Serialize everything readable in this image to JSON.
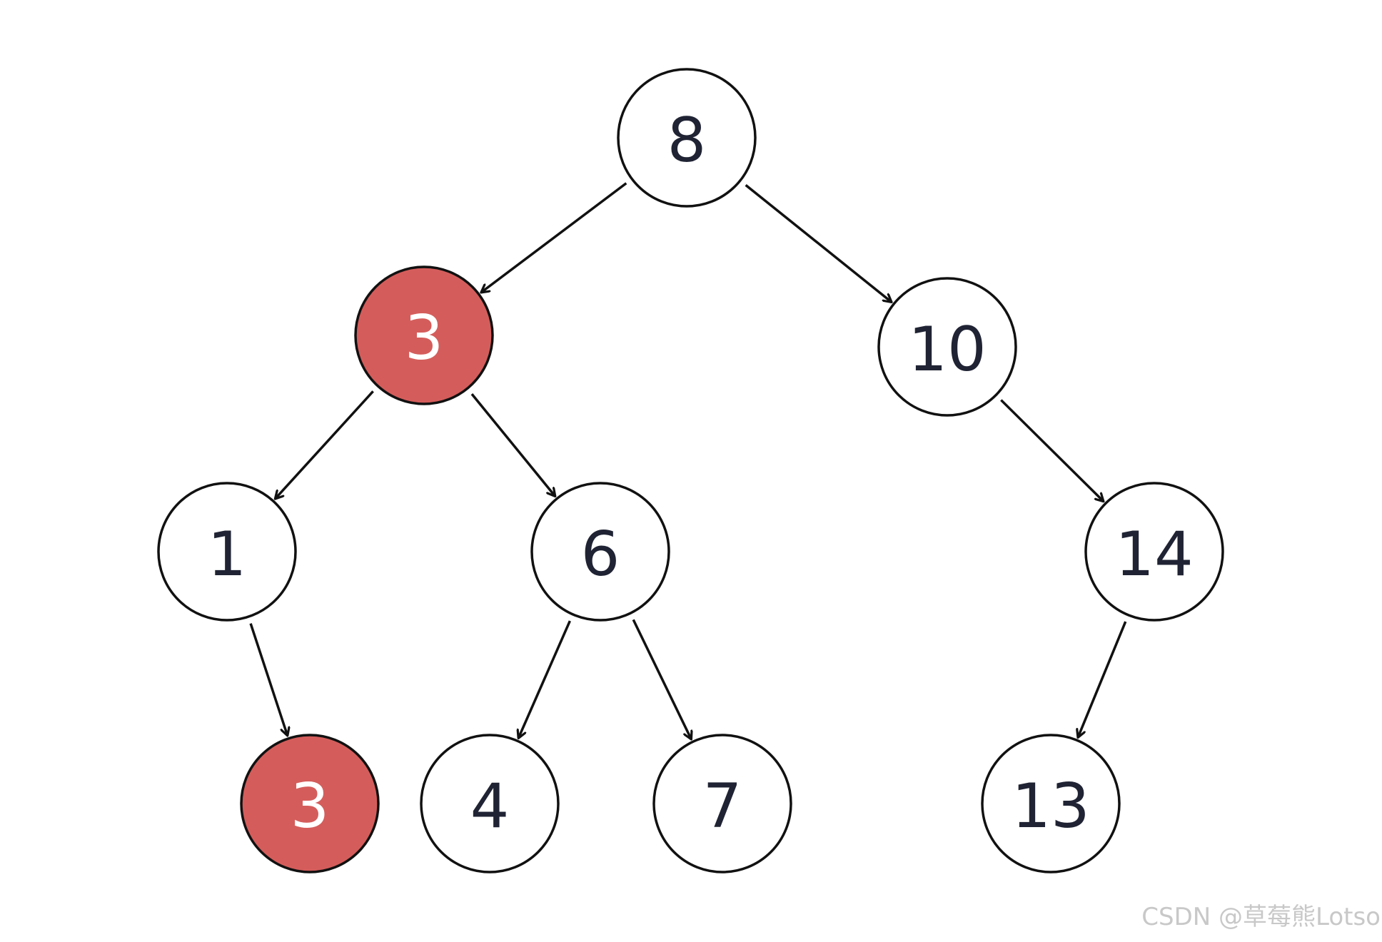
{
  "diagram": {
    "type": "binary-tree",
    "highlight_fill": "#d45d5b",
    "highlight_text": "#ffffff",
    "normal_fill": "#ffffff",
    "normal_text": "#1f2333",
    "nodes": [
      {
        "id": "n8",
        "label": "8",
        "highlighted": false
      },
      {
        "id": "n3a",
        "label": "3",
        "highlighted": true
      },
      {
        "id": "n10",
        "label": "10",
        "highlighted": false
      },
      {
        "id": "n1",
        "label": "1",
        "highlighted": false
      },
      {
        "id": "n6",
        "label": "6",
        "highlighted": false
      },
      {
        "id": "n14",
        "label": "14",
        "highlighted": false
      },
      {
        "id": "n3b",
        "label": "3",
        "highlighted": true
      },
      {
        "id": "n4",
        "label": "4",
        "highlighted": false
      },
      {
        "id": "n7",
        "label": "7",
        "highlighted": false
      },
      {
        "id": "n13",
        "label": "13",
        "highlighted": false
      }
    ],
    "edges": [
      {
        "from": "n8",
        "to": "n3a"
      },
      {
        "from": "n8",
        "to": "n10"
      },
      {
        "from": "n3a",
        "to": "n1"
      },
      {
        "from": "n3a",
        "to": "n6"
      },
      {
        "from": "n10",
        "to": "n14"
      },
      {
        "from": "n1",
        "to": "n3b"
      },
      {
        "from": "n6",
        "to": "n4"
      },
      {
        "from": "n6",
        "to": "n7"
      },
      {
        "from": "n14",
        "to": "n13"
      }
    ]
  },
  "watermark": {
    "text": "CSDN @草莓熊Lotso"
  }
}
